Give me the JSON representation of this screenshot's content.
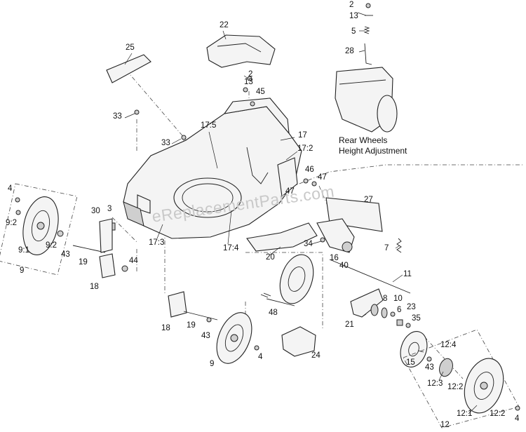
{
  "callouts": [
    {
      "id": "c-22",
      "text": "22"
    },
    {
      "id": "c-25",
      "text": "25"
    },
    {
      "id": "c-2a",
      "text": "2"
    },
    {
      "id": "c-13a",
      "text": "13"
    },
    {
      "id": "c-45",
      "text": "45"
    },
    {
      "id": "c-33a",
      "text": "33"
    },
    {
      "id": "c-33b",
      "text": "33"
    },
    {
      "id": "c-17-5",
      "text": "17:5"
    },
    {
      "id": "c-17",
      "text": "17"
    },
    {
      "id": "c-17-2",
      "text": "17:2"
    },
    {
      "id": "c-46",
      "text": "46"
    },
    {
      "id": "c-47a",
      "text": "47"
    },
    {
      "id": "c-47b",
      "text": "47"
    },
    {
      "id": "c-27",
      "text": "27"
    },
    {
      "id": "c-4a",
      "text": "4"
    },
    {
      "id": "c-9-2a",
      "text": "9:2"
    },
    {
      "id": "c-9-1",
      "text": "9:1"
    },
    {
      "id": "c-9-2b",
      "text": "9:2"
    },
    {
      "id": "c-9a",
      "text": "9"
    },
    {
      "id": "c-30",
      "text": "30"
    },
    {
      "id": "c-3",
      "text": "3"
    },
    {
      "id": "c-43a",
      "text": "43"
    },
    {
      "id": "c-19a",
      "text": "19"
    },
    {
      "id": "c-44",
      "text": "44"
    },
    {
      "id": "c-18a",
      "text": "18"
    },
    {
      "id": "c-17-3",
      "text": "17:3"
    },
    {
      "id": "c-17-4",
      "text": "17:4"
    },
    {
      "id": "c-20",
      "text": "20"
    },
    {
      "id": "c-34",
      "text": "34"
    },
    {
      "id": "c-16",
      "text": "16"
    },
    {
      "id": "c-40",
      "text": "40"
    },
    {
      "id": "c-7",
      "text": "7"
    },
    {
      "id": "c-11",
      "text": "11"
    },
    {
      "id": "c-8",
      "text": "8"
    },
    {
      "id": "c-10",
      "text": "10"
    },
    {
      "id": "c-6",
      "text": "6"
    },
    {
      "id": "c-23",
      "text": "23"
    },
    {
      "id": "c-35",
      "text": "35"
    },
    {
      "id": "c-21",
      "text": "21"
    },
    {
      "id": "c-48",
      "text": "48"
    },
    {
      "id": "c-18b",
      "text": "18"
    },
    {
      "id": "c-19b",
      "text": "19"
    },
    {
      "id": "c-43b",
      "text": "43"
    },
    {
      "id": "c-9b",
      "text": "9"
    },
    {
      "id": "c-4b",
      "text": "4"
    },
    {
      "id": "c-24",
      "text": "24"
    },
    {
      "id": "c-15",
      "text": "15"
    },
    {
      "id": "c-43c",
      "text": "43"
    },
    {
      "id": "c-12-4",
      "text": "12:4"
    },
    {
      "id": "c-12-3",
      "text": "12:3"
    },
    {
      "id": "c-12-2a",
      "text": "12:2"
    },
    {
      "id": "c-12-1",
      "text": "12:1"
    },
    {
      "id": "c-12-2b",
      "text": "12:2"
    },
    {
      "id": "c-4c",
      "text": "4"
    },
    {
      "id": "c-12",
      "text": "12"
    },
    {
      "id": "c-2b",
      "text": "2"
    },
    {
      "id": "c-13b",
      "text": "13"
    },
    {
      "id": "c-5",
      "text": "5"
    },
    {
      "id": "c-28",
      "text": "28"
    }
  ],
  "inset_caption": {
    "line1": "Rear Wheels",
    "line2": "Height Adjustment"
  },
  "watermark": "eReplacementParts.com"
}
